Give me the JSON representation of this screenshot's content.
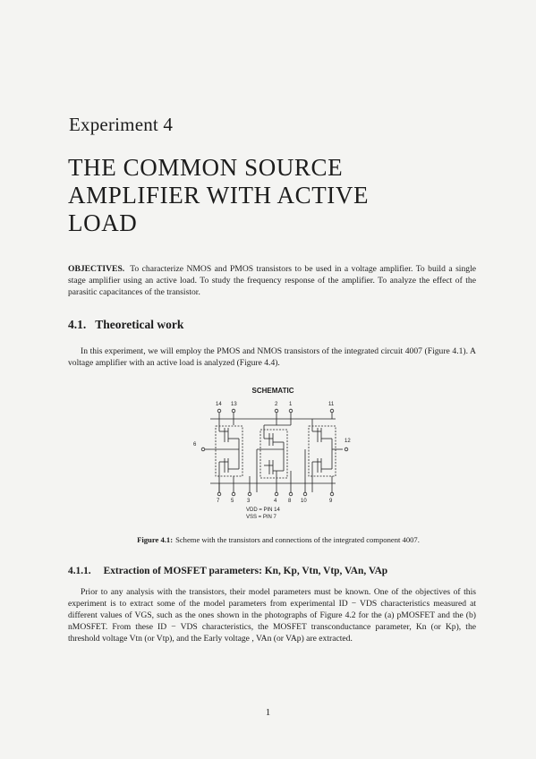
{
  "chapter": {
    "label": "Experiment 4"
  },
  "title": {
    "line1": "THE COMMON SOURCE",
    "line2": "AMPLIFIER WITH ACTIVE",
    "line3": "LOAD"
  },
  "objectives": {
    "label": "OBJECTIVES.",
    "text": "To characterize NMOS and PMOS transistors to be used in a voltage amplifier. To build a single stage amplifier using an active load. To study the frequency response of the amplifier. To analyze the effect of the parasitic capacitances of the transistor."
  },
  "section": {
    "number": "4.1.",
    "title": "Theoretical work"
  },
  "para1": "In this experiment, we will employ the PMOS and NMOS transistors of the integrated circuit 4007 (Figure 4.1). A voltage amplifier with an active load is analyzed (Figure 4.4).",
  "figure": {
    "heading": "SCHEMATIC",
    "pins_top": [
      "14",
      "13",
      "2",
      "1",
      "11"
    ],
    "pins_bottom": [
      "7",
      "5",
      "3",
      "4",
      "8",
      "10",
      "9"
    ],
    "pin_left": "6",
    "pin_right": "12",
    "vdd": "VDD = PIN 14",
    "vss": "VSS = PIN 7",
    "caption_label": "Figure 4.1:",
    "caption_text": "Scheme with the transistors and connections of the integrated component 4007."
  },
  "subsection": {
    "number": "4.1.1.",
    "title": "Extraction of MOSFET parameters: Kn, Kp, Vtn, Vtp, VAn, VAp"
  },
  "para2": "Prior to any analysis with the transistors, their model parameters must be known. One of the objectives of this experiment is to extract some of the model parameters from experimental ID − VDS characteristics measured at different values of VGS, such as the ones shown in the photographs of Figure 4.2 for the (a) pMOSFET and the (b) nMOSFET. From these ID − VDS characteristics, the MOSFET transconductance parameter, Kn (or Kp), the threshold voltage Vtn (or Vtp), and the Early voltage , VAn (or VAp) are extracted.",
  "page_number": "1"
}
